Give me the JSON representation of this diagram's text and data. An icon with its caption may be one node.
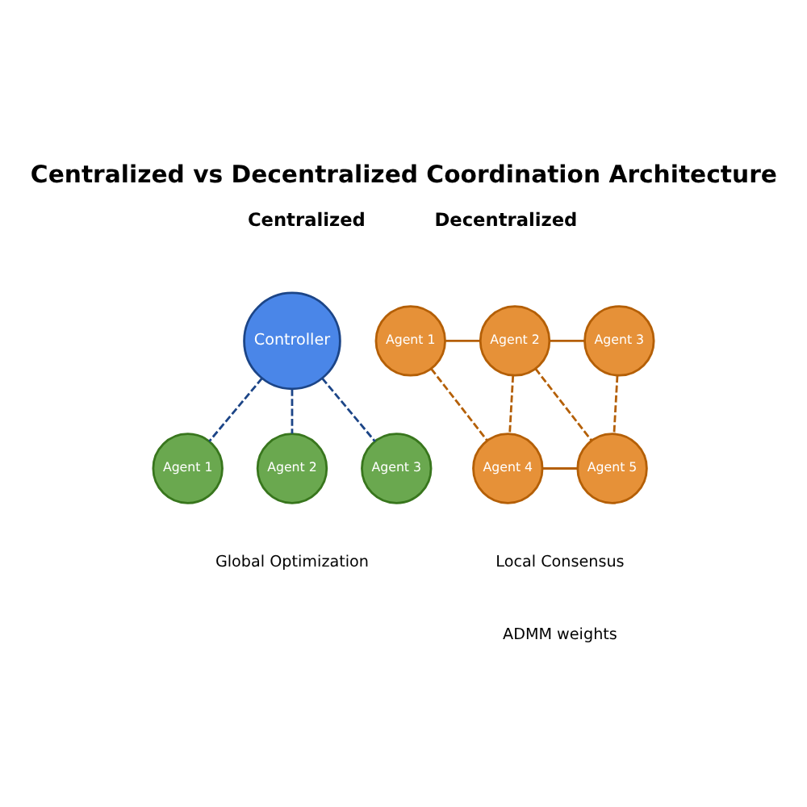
{
  "diagram": {
    "title": "Centralized vs Decentralized Coordination Architecture",
    "nodes": [
      {
        "text": [
          "Controller"
        ]
      },
      {
        "text": [
          "Agent 1"
        ]
      },
      {
        "text": [
          "Agent 2"
        ]
      },
      {
        "text": [
          "Agent 3"
        ]
      },
      {
        "text": [
          "Agent 1"
        ]
      },
      {
        "text": [
          "Agent 2"
        ]
      },
      {
        "text": [
          "Agent 3"
        ]
      },
      {
        "text": [
          "Agent 4"
        ]
      },
      {
        "text": [
          "Agent 5"
        ]
      }
    ],
    "edges": [
      {
        "from": 0,
        "to": 1,
        "arrow": "none",
        "style": "dashed",
        "color": "#1c4587"
      },
      {
        "from": 0,
        "to": 2,
        "arrow": "none",
        "style": "dashed",
        "color": "#1c4587"
      },
      {
        "from": 0,
        "to": 3,
        "arrow": "none",
        "style": "dashed",
        "color": "#1c4587"
      },
      {
        "from": 4,
        "to": 5,
        "arrow": "none"
      },
      {
        "from": 5,
        "to": 6,
        "arrow": "none"
      },
      {
        "from": 4,
        "to": 7,
        "arrow": "none",
        "style": "dashed"
      },
      {
        "from": 5,
        "to": 7,
        "arrow": "none",
        "style": "dashed"
      },
      {
        "from": 5,
        "to": 8,
        "arrow": "none",
        "style": "dashed"
      },
      {
        "from": 6,
        "to": 8,
        "arrow": "none",
        "style": "dashed"
      },
      {
        "from": 7,
        "to": 8,
        "arrow": "none"
      }
    ],
    "labels": [
      "Centralized",
      "Decentralized",
      "Global Optimization",
      "Local Consensus",
      "ADMM weights"
    ]
  }
}
